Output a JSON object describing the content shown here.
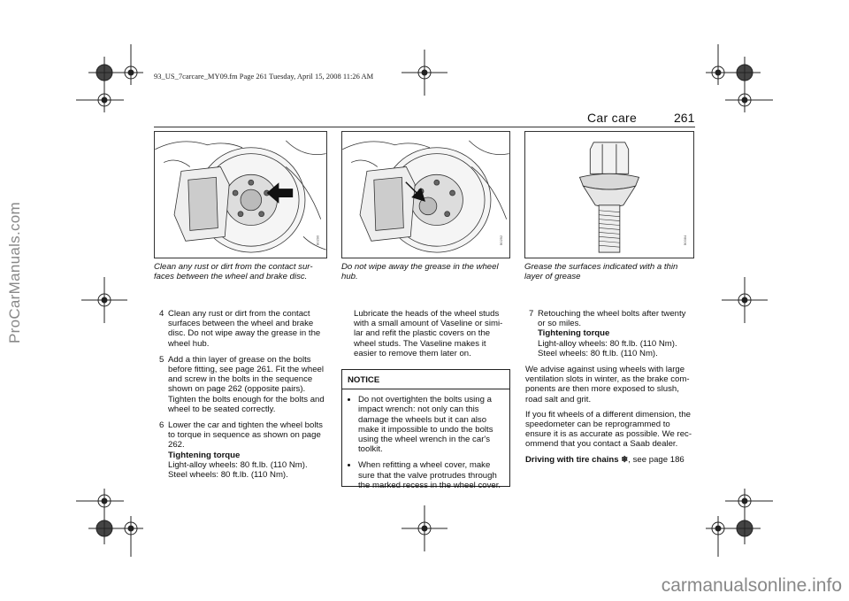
{
  "page": {
    "file_header": "93_US_7carcare_MY09.fm  Page 261  Tuesday, April 15, 2008  11:26 AM",
    "section_title": "Car care",
    "page_number": "261"
  },
  "figures": [
    {
      "icon": "brake-disc-hub-arrow",
      "code": "B0290",
      "caption": "Clean any rust or dirt from the contact sur-faces between the wheel and brake disc."
    },
    {
      "icon": "brake-disc-stud-arrow",
      "code": "B0292",
      "caption": "Do not wipe away the grease in the wheel hub."
    },
    {
      "icon": "wheel-bolt",
      "code": "B0084",
      "caption": "Grease the surfaces indicated with a thin layer of grease"
    }
  ],
  "steps_left": [
    {
      "number": "4",
      "text": "Clean any rust or dirt from the contact surfaces between the wheel and brake disc. Do not wipe away the grease in the wheel hub."
    },
    {
      "number": "5",
      "text": "Add a thin layer of grease on the bolts before fitting, see page 261. Fit the wheel and screw in the bolts in the sequence shown on page 262 (opposite pairs).",
      "text2": "Tighten the bolts enough for the bolts and wheel to be seated correctly."
    },
    {
      "number": "6",
      "text": "Lower the car and tighten the wheel bolts to torque in sequence as shown on page 262.",
      "torque_heading": "Tightening torque",
      "alloy": "Light-alloy wheels: 80 ft.lb. (110 Nm).",
      "steel": "Steel wheels: 80 ft.lb. (110 Nm)."
    }
  ],
  "middle": {
    "lubricate_text": "Lubricate the heads of the wheel studs with a small amount of Vaseline or simi-lar and refit the plastic covers on the wheel studs. The Vaseline makes it easier to remove them later on.",
    "notice_title": "NOTICE",
    "notice_items": [
      "Do not overtighten the bolts using a impact wrench: not only can this damage the wheels but it can also make it impossible to undo the bolts using the wheel wrench in the car's toolkit.",
      "When refitting a wheel cover, make sure that the valve protrudes through the marked recess in the wheel cover."
    ]
  },
  "right": {
    "step7_number": "7",
    "step7_text": "Retouching the wheel bolts after twenty or so miles.",
    "torque_heading": "Tightening torque",
    "alloy": "Light-alloy wheels: 80 ft.lb. (110 Nm).",
    "steel": "Steel wheels: 80 ft.lb. (110 Nm).",
    "para1": "We advise against using wheels with large ventilation slots in winter, as the brake com-ponents are then more exposed to slush, road salt and grit.",
    "para2": "If you fit wheels of a different dimension, the speedometer can be reprogrammed to ensure it is as accurate as possible. We rec-ommend that you contact a Saab dealer.",
    "link_bold": "Driving with tire chains",
    "link_rest": ", see page 186"
  },
  "watermarks": {
    "side": "ProCarManuals.com",
    "bottom": "carmanualsonline.info"
  }
}
